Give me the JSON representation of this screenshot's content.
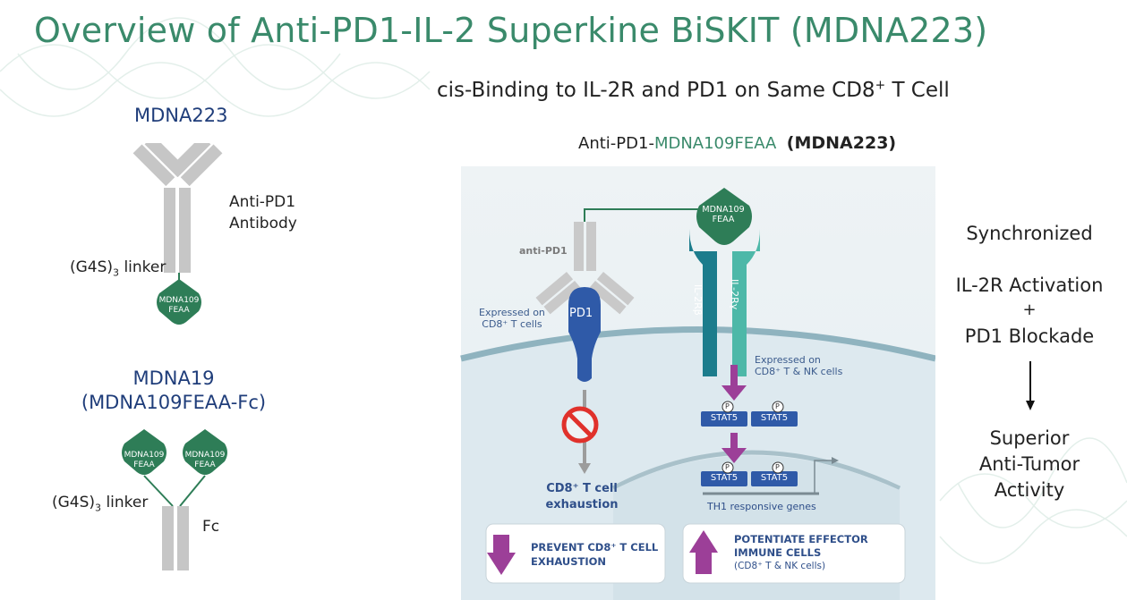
{
  "title": "Overview of Anti-PD1-IL-2 Superkine BiSKIT (MDNA223)",
  "subtitle": {
    "main": "cis-Binding to IL-2R and PD1 on Same CD8",
    "sup": "+",
    "tail": " T Cell"
  },
  "left_panel": {
    "mdna223": {
      "heading": "MDNA223",
      "antibody_label_line1": "Anti-PD1",
      "antibody_label_line2": "Antibody",
      "linker_label": "(G4S)",
      "linker_sub": "3",
      "linker_tail": " linker",
      "cytokine_line1": "MDNA109",
      "cytokine_line2": "FEAA"
    },
    "mdna19": {
      "heading_line1": "MDNA19",
      "heading_line2": "(MDNA109FEAA-Fc)",
      "linker_label": "(G4S)",
      "linker_sub": "3",
      "linker_tail": " linker",
      "fc_label": "Fc",
      "cytokine_line1": "MDNA109",
      "cytokine_line2": "FEAA"
    }
  },
  "diagram": {
    "header_prefix": "Anti-PD1-",
    "header_green": "MDNA109FEAA",
    "header_bold": "(MDNA223)",
    "cytokine_line1": "MDNA109",
    "cytokine_line2": "FEAA",
    "anti_pd1": "anti-PD1",
    "pd1": "PD1",
    "il2rb": "IL-2Rβ",
    "il2rg": "IL-2Rγ",
    "expressed_pd1_line1": "Expressed on",
    "expressed_pd1_line2": "CD8⁺ T cells",
    "expressed_il2r_line1": "Expressed on",
    "expressed_il2r_line2": "CD8⁺ T & NK cells",
    "p": "P",
    "stat5": "STAT5",
    "exhaustion_line1": "CD8⁺ T cell",
    "exhaustion_line2": "exhaustion",
    "th1": "TH1 responsive genes",
    "box1_line1": "PREVENT CD8⁺ T CELL",
    "box1_line2": "EXHAUSTION",
    "box2_line1": "POTENTIATE EFFECTOR",
    "box2_line2": "IMMUNE CELLS",
    "box2_line3": "(CD8⁺ T & NK cells)"
  },
  "right_panel": {
    "line1": "Synchronized",
    "line2": "IL-2R Activation",
    "plus": "+",
    "line3": "PD1 Blockade",
    "line4": "Superior",
    "line5": "Anti-Tumor",
    "line6": "Activity"
  },
  "colors": {
    "title_green": "#3a8a6b",
    "cytokine_green": "#2e7d57",
    "navy": "#1f3d7a",
    "pd1_blue": "#2f5aa8",
    "il2rb_teal": "#1c7c8c",
    "il2rg_teal": "#4db8a8",
    "purple": "#9c3f98",
    "antibody_gray": "#c8c8c8"
  }
}
